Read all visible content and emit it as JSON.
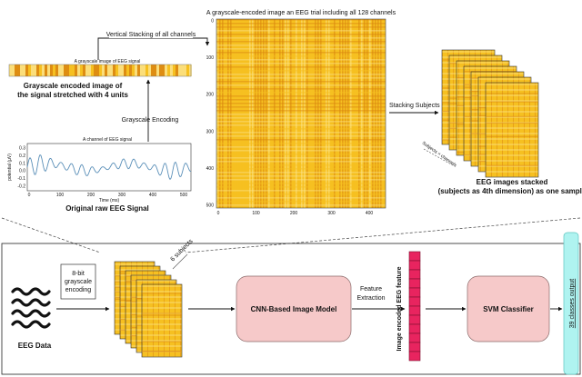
{
  "top": {
    "stretched_title": "A grayscale image of EEG signal",
    "grayscale_caption_line1": "Grayscale encoded image of",
    "grayscale_caption_line2": "the signal stretched with 4 units",
    "vertical_stacking": "Vertical Stacking of all channels",
    "grayscale_encoding": "Grayscale Encoding",
    "channel_title": "A channel of EEG signal",
    "channel_ylabel": "potential (μV)",
    "channel_xlabel": "Time (ms)",
    "raw_caption": "Original raw EEG Signal",
    "heatmap_title": "A grayscale-encoded image an EEG trial including all 128 channels",
    "stacking_subjects": "Stacking Subjects",
    "subjects_channels": "Subjects × channels",
    "eeg_stacked_line1": "EEG images stacked",
    "eeg_stacked_line2": "(subjects as 4th dimension) as one sample"
  },
  "channel_ticks_y": [
    "0.3",
    "0.2",
    "0.1",
    "0.0",
    "-0.1",
    "-0.2"
  ],
  "channel_ticks_x": [
    "0",
    "100",
    "200",
    "300",
    "400",
    "500"
  ],
  "heatmap_ticks_y": [
    "0",
    "100",
    "200",
    "300",
    "400",
    "500"
  ],
  "heatmap_ticks_x": [
    "0",
    "100",
    "200",
    "300",
    "400"
  ],
  "bottom": {
    "eeg_data": "EEG Data",
    "encoding_line1": "8-bit",
    "encoding_line2": "grayscale",
    "encoding_line3": "encoding",
    "six_subjects": "6 subjects",
    "cnn_model": "CNN-Based Image Model",
    "feature_line1": "Feature",
    "feature_line2": "Extraction",
    "feature_vector": "Image encoded EEG feature",
    "svm": "SVM Classifier",
    "output": "39 classes output"
  },
  "colors": {
    "heatmap_base": "#f6c021",
    "heatmap_light": "#fbe389",
    "heatmap_dark": "#d9840f",
    "signal": "#5a8fb8",
    "cnn_fill": "#f6c9c9",
    "svm_fill": "#f6c9c9",
    "feature_fill": "#e8245f",
    "output_fill": "#aff3f0"
  }
}
